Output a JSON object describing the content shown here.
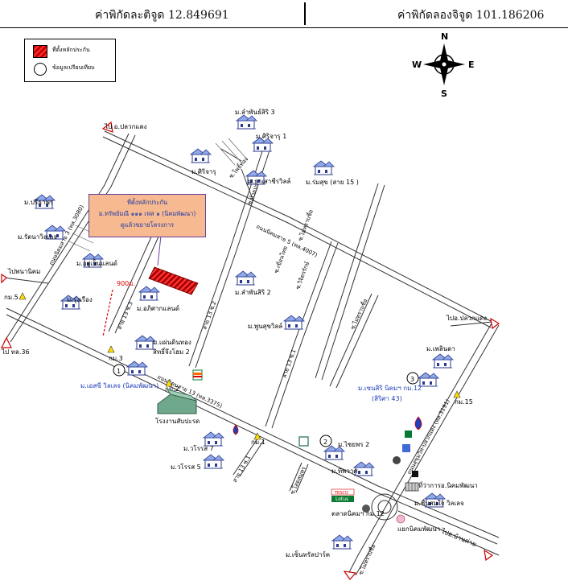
{
  "header": {
    "latitude_text": "ค่าพิกัดละติจูด 12.849691",
    "longitude_text": "ค่าพิกัดลองจิจูด 101.186206"
  },
  "legend": {
    "collateral_label": "ที่ตั้งหลักประกัน",
    "comparable_label": "ข้อมูลเปรียบเทียบ"
  },
  "compass": {
    "n": "N",
    "s": "S",
    "e": "E",
    "w": "W"
  },
  "callout": {
    "line1": "ที่ตั้งหลักประกัน",
    "line2": "ม.ทรัพย์มณี ๑๑๑ เฟส ๑ (นิคมพัฒนา)",
    "line3": "ดูแล้วขยายโครงการ"
  },
  "markers": {
    "m1": "1",
    "m2": "2",
    "m3": "3"
  },
  "labels": {
    "m_sapphire3": "ม.ลำพันธ์สิริ 3",
    "m_siriwat1": "ม.ศิริจารุ 1",
    "m_siriwat": "ม.ศิริจารุ",
    "m_thanasap": "ม.ธาเสาชีรวิลล์",
    "m_romsuk": "ม.ร่มสุข (สาย 15 )",
    "m_pritaporn": "ม.ปรีธาพร",
    "m_rattana": "ม.รัตนาวิลเลจ",
    "m_ayuthaya": "ม.อยู่เย็นแลนด์",
    "m_rungruang": "ม.รุ่งเรือง",
    "m_pitapakorn": "ม.อภิศากแลนด์",
    "m_sapphire2": "ม.ลำพันสิริ 2",
    "m_pujasarn": "ม.พูนสุขวิลล์",
    "m_panthong": "ม.แผ่นดินทอง",
    "m_panthong2": "สิทธิ์จึงโฮม 2",
    "m_esthai": "ม.เอสซี วิลเลจ (นิคมพัฒนา)",
    "factory": "โรงงานสับปะรด",
    "m_phlinda": "ม.เพลินดา",
    "m_sensiri": "ม.เซนสิริ นิคมฯ กม.12",
    "m_sensiri2": "(สิริศา 43)",
    "m_worarot7": "ม.วโรรส 7",
    "m_worarot5": "ม.วโรรส 5",
    "m_chayaporn2": "ม.ไชยพร 2",
    "m_tiptawat": "ม.ทิพวาศ",
    "office": "ที่ว่าการอ.นิคมพัฒนา",
    "m_chunsam": "ม.ชื่นสมใจ วิลเลจ",
    "market": "ตลาดนิคมฯ กม.12",
    "junction": "แยกนิคมพัฒนา",
    "m_central": "ม.เซ็นทรัลปาร์ค",
    "to_ban_chang": "ไป อ.ปลวกแดง",
    "to_pluakdaeng_r": "ไปอ.ปลวกแดง",
    "to_phanat": "ไปพนานิคม",
    "to_36": "ไป ทล.36",
    "to_banchang": "ไปอ.บ้านค่าย",
    "km5": "กม.5",
    "km3": "กม.3",
    "km2": "กม.2",
    "km1": "กม.1",
    "km15": "กม.15",
    "dist900": "900ม.",
    "soi_13_3": "สาย 13 ซ.3",
    "soi_13_2": "สาย 13 ซ.2",
    "soi_13_1": "สาย 13 ซ.1",
    "soi_13_1b": "สาย 13 ซ.1",
    "road13": "ถนนนิคมสาย 13 (ทล.3375)",
    "road5": "ถนนนิคมสาย 5 (ทล.4007)",
    "road3191": "ถนนสุขุมวิท-ปลวกแดง (ทล.3191)",
    "road3": "ถนนนิคมสาย 3 (ทล.3080)",
    "soi_upper1": "ซ.ห้วยปราบ",
    "soi_upper2": "ซ.โพธิ์ทอง",
    "soi_upper3": "ซ.เขื่อนไทย",
    "soi_upper4": "ซ.วิจิตรรักษ์",
    "soi_upper5": "ซ.ไม่ทราบชื่อ",
    "soi_lower1": "ซ.ไม่ทราบชื่อ",
    "soi_lower2": "ซ.โสดสมุทร",
    "soi_lower3": "ซ.ไม่ทราบชื่อ",
    "tesco": "TESCO",
    "lotus": "Lotus"
  }
}
